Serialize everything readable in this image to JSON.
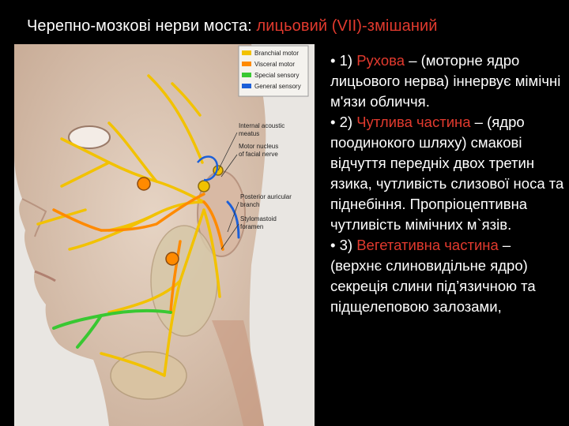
{
  "title": {
    "prefix": "Черепно-мозкові нерви моста: ",
    "highlight": "лицьовий (VII)-змішаний"
  },
  "legend": [
    {
      "label": "Branchial motor",
      "color": "#f2c200"
    },
    {
      "label": "Visceral motor",
      "color": "#ff8a00"
    },
    {
      "label": "Special sensory",
      "color": "#39c832"
    },
    {
      "label": "General sensory",
      "color": "#1c5fd8"
    }
  ],
  "callouts": {
    "internal_meatus_1": "Internal acoustic",
    "internal_meatus_2": "meatus",
    "motor_nucleus_1": "Motor nucleus",
    "motor_nucleus_2": "of facial nerve",
    "posterior_auricular_1": "Posterior auricular",
    "posterior_auricular_2": "branch",
    "stylomastoid_1": "Stylomastoid",
    "stylomastoid_2": "foramen"
  },
  "text": {
    "p1_bullet": "• 1) ",
    "p1_highlight": "Рухова",
    "p1_rest": " – (моторне ядро лицьового нерва) іннервує мімічні м'язи обличчя.",
    "p2_bullet": "• 2) ",
    "p2_highlight": "Чутлива частина",
    "p2_rest": " – (ядро поодинокого шляху) смакові відчуття передніх двох третин язика, чутливість слизової носа та піднебіння. Пропріоцептивна чутливість мімічних м`язів.",
    "p3_bullet": "• 3) ",
    "p3_highlight": "Вегетативна частина",
    "p3_rest": " – (верхнє слиновидільне ядро) секреція слини під’язичною та підщелеповою залозами,"
  },
  "colors": {
    "highlight": "#e23a2e",
    "background": "#000000",
    "text": "#ffffff",
    "branchial_motor": "#f2c200",
    "visceral_motor": "#ff8a00",
    "special_sensory": "#39c832",
    "general_sensory": "#1c5fd8"
  }
}
